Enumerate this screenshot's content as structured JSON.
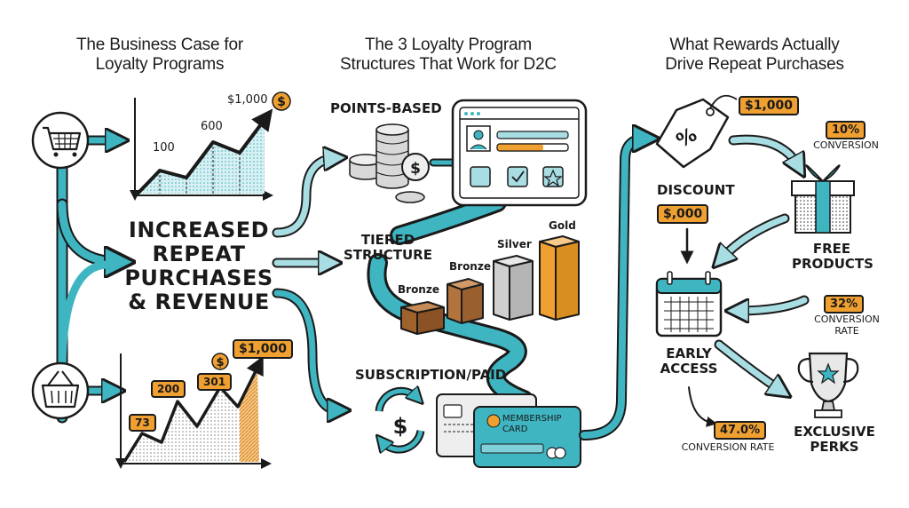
{
  "columns": {
    "left_title": "The Business Case for\nLoyalty Programs",
    "middle_title": "The 3 Loyalty Program\nStructures That Work for D2C",
    "right_title": "What Rewards Actually\nDrive Repeat Purchases"
  },
  "left": {
    "center_text": "INCREASED\nREPEAT\nPURCHASES\n& REVENUE",
    "top_chart": {
      "labels": [
        "100",
        "600",
        "$1,000"
      ]
    },
    "bottom_chart": {
      "labels": [
        "73",
        "200",
        "301",
        "$1,000"
      ]
    }
  },
  "middle": {
    "points_label": "POINTS-BASED",
    "tiered_label": "TIERED\nSTRUCTURE",
    "tiers": [
      "Bronze",
      "Bronze",
      "Silver",
      "Gold"
    ],
    "subscription_label": "SUBSCRIPTION/PAID",
    "membership_card": "MEMBERSHIP\nCARD"
  },
  "right": {
    "tag_badge": "$1,000",
    "discount_label": "DISCOUNT",
    "discount_badge": "$,000",
    "conv1_value": "10%",
    "conv1_label": "CONVERSION",
    "free_label": "FREE\nPRODUCTS",
    "conv2_value": "32%",
    "conv2_label": "CONVERSION\nRATE",
    "early_label": "EARLY\nACCESS",
    "conv3_value": "47.0%",
    "conv3_label": "CONVERSION RATE",
    "perks_label": "EXCLUSIVE\nPERKS"
  },
  "colors": {
    "teal": "#3fb5c2",
    "orange": "#f0a030",
    "brown": "#a0622d",
    "silver": "#c8c8c8",
    "gold": "#f0a030"
  },
  "icons": [
    "shopping-cart-icon",
    "basket-icon",
    "coins-icon",
    "tablet-icon",
    "price-tag-icon",
    "gift-icon",
    "calendar-icon",
    "trophy-icon",
    "dollar-cycle-icon",
    "credit-card-icon"
  ]
}
